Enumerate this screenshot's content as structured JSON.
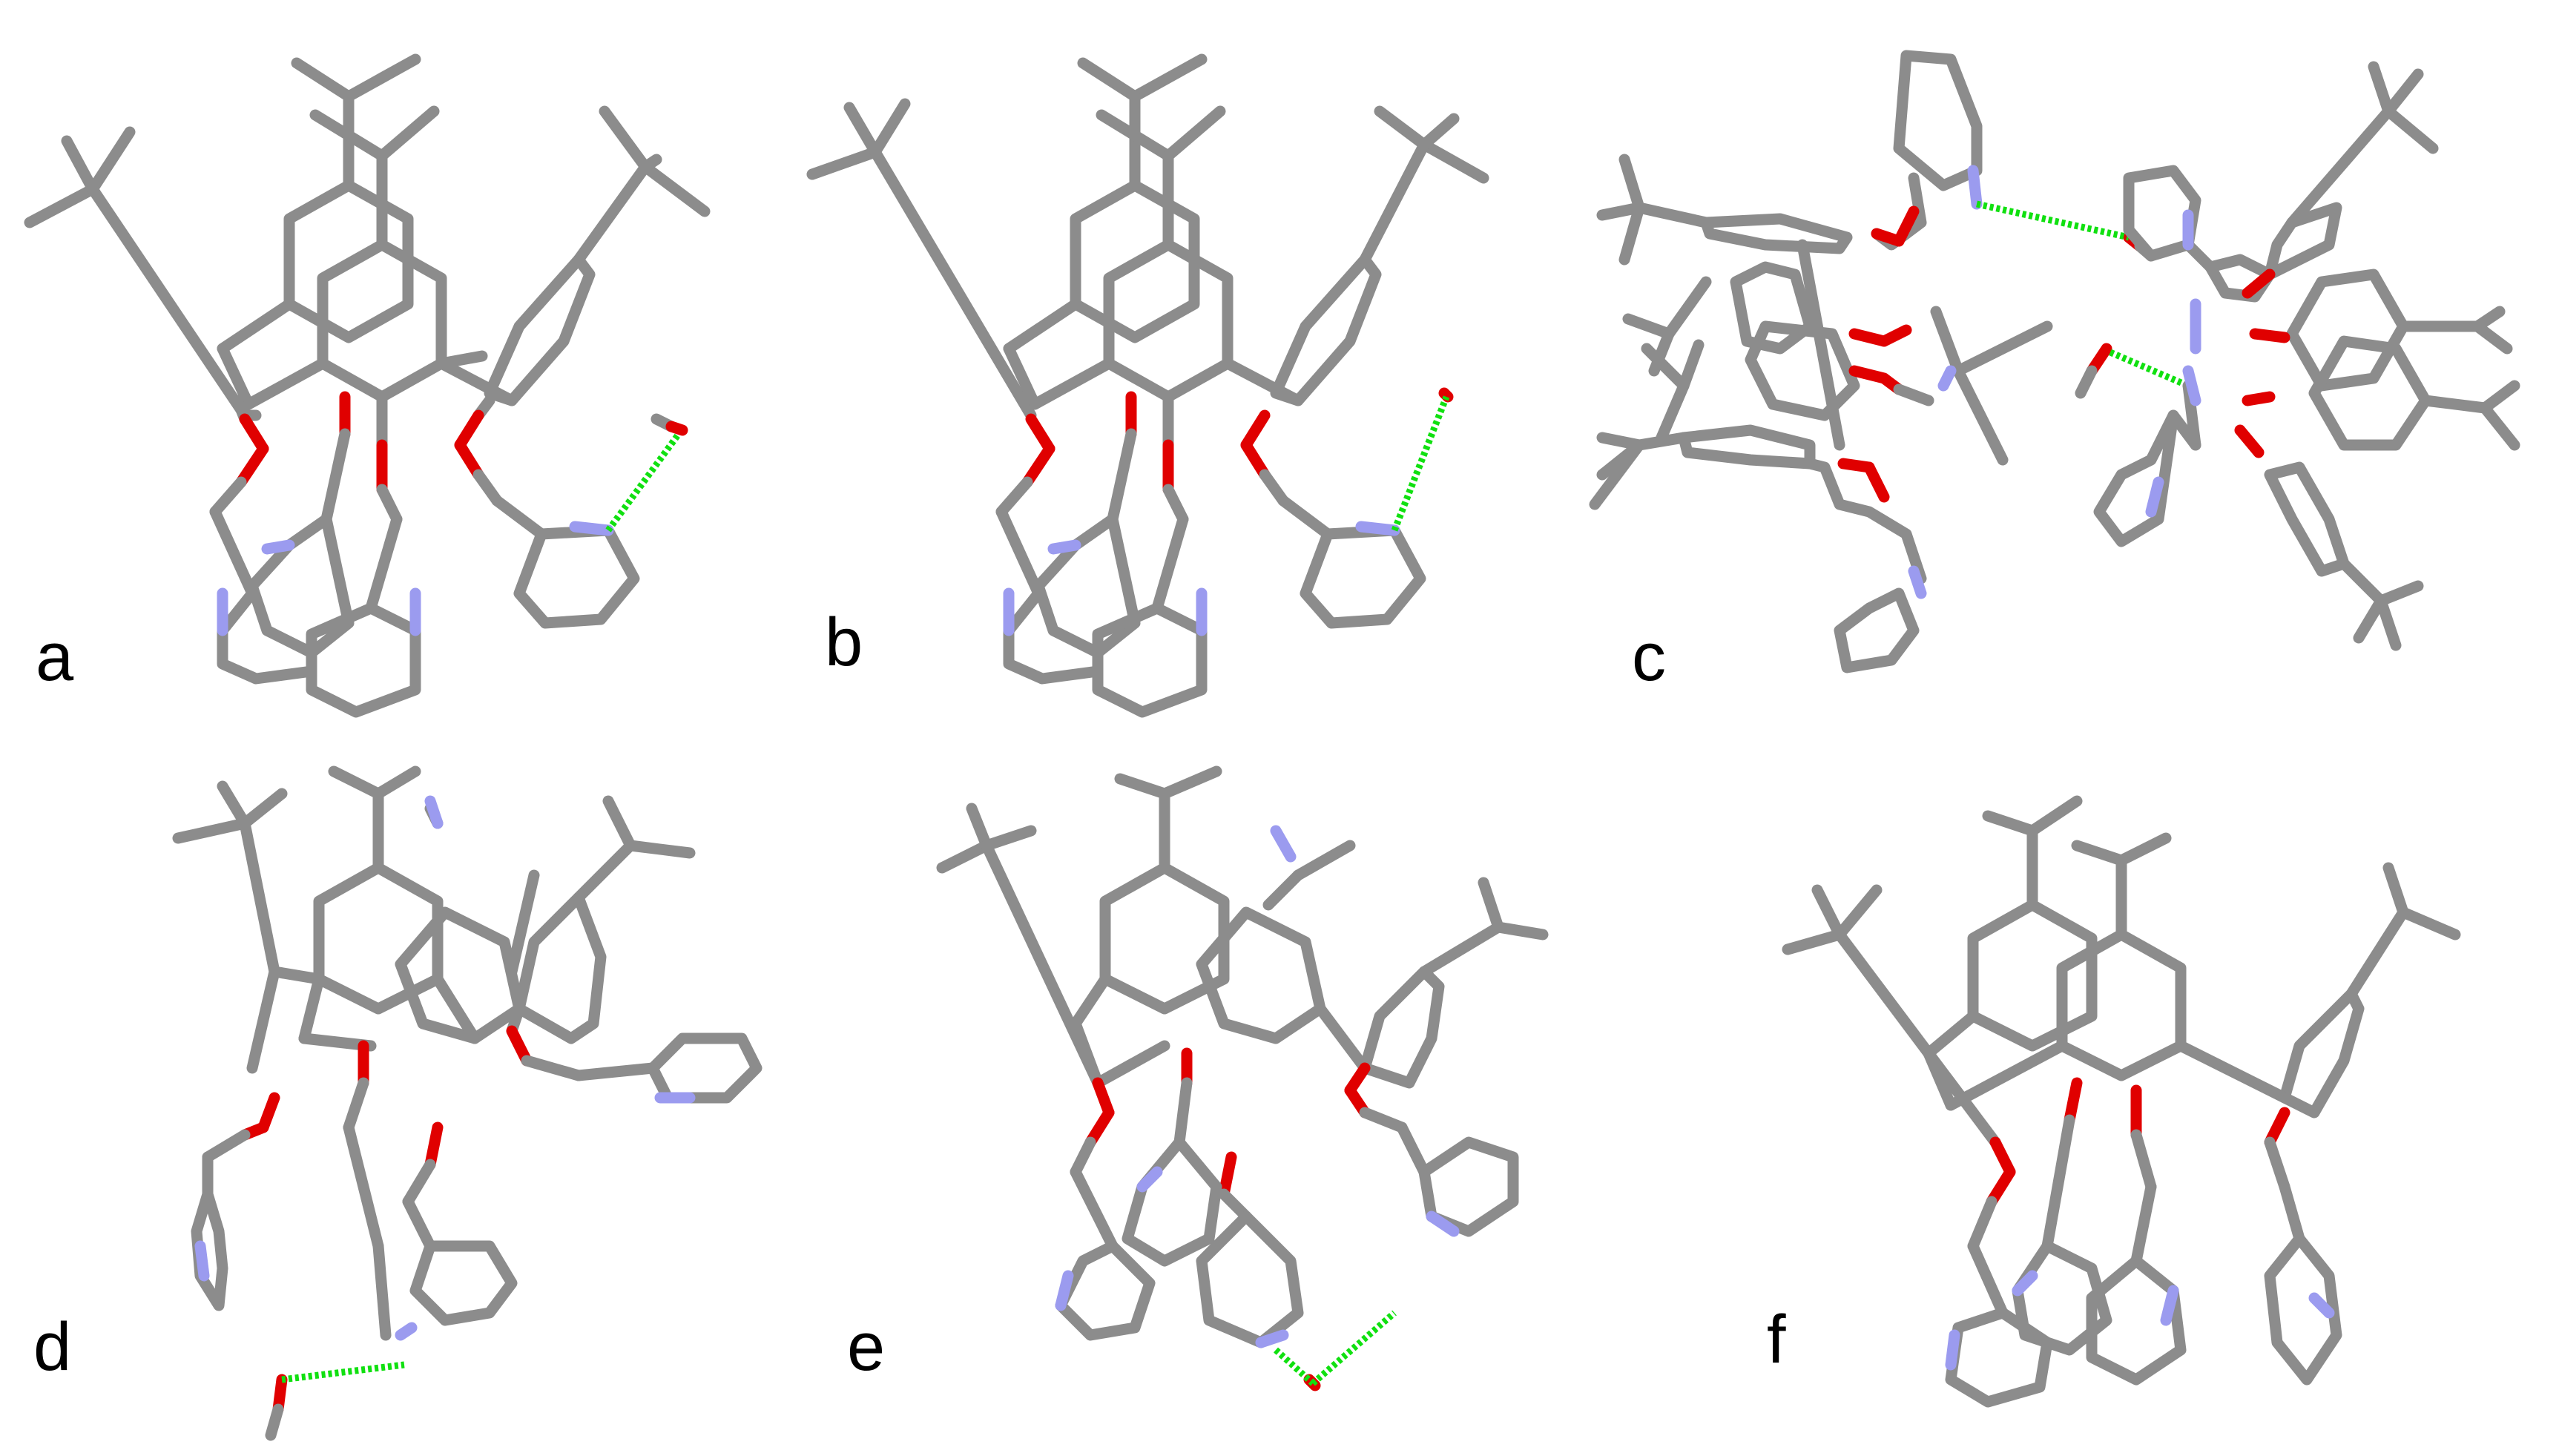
{
  "figure": {
    "panels": [
      {
        "id": "a",
        "label": "a",
        "hbonds": 1
      },
      {
        "id": "b",
        "label": "b",
        "hbonds": 1
      },
      {
        "id": "c",
        "label": "c",
        "hbonds": 2
      },
      {
        "id": "d",
        "label": "d",
        "hbonds": 1
      },
      {
        "id": "e",
        "label": "e",
        "hbonds": 2
      },
      {
        "id": "f",
        "label": "f",
        "hbonds": 0
      }
    ],
    "colors": {
      "carbon": "#8c8c8c",
      "oxygen": "#e00000",
      "nitrogen": "#9b9bef",
      "hydrogen_bond": "#10e010",
      "background": "#ffffff"
    },
    "representation": "stick model"
  }
}
